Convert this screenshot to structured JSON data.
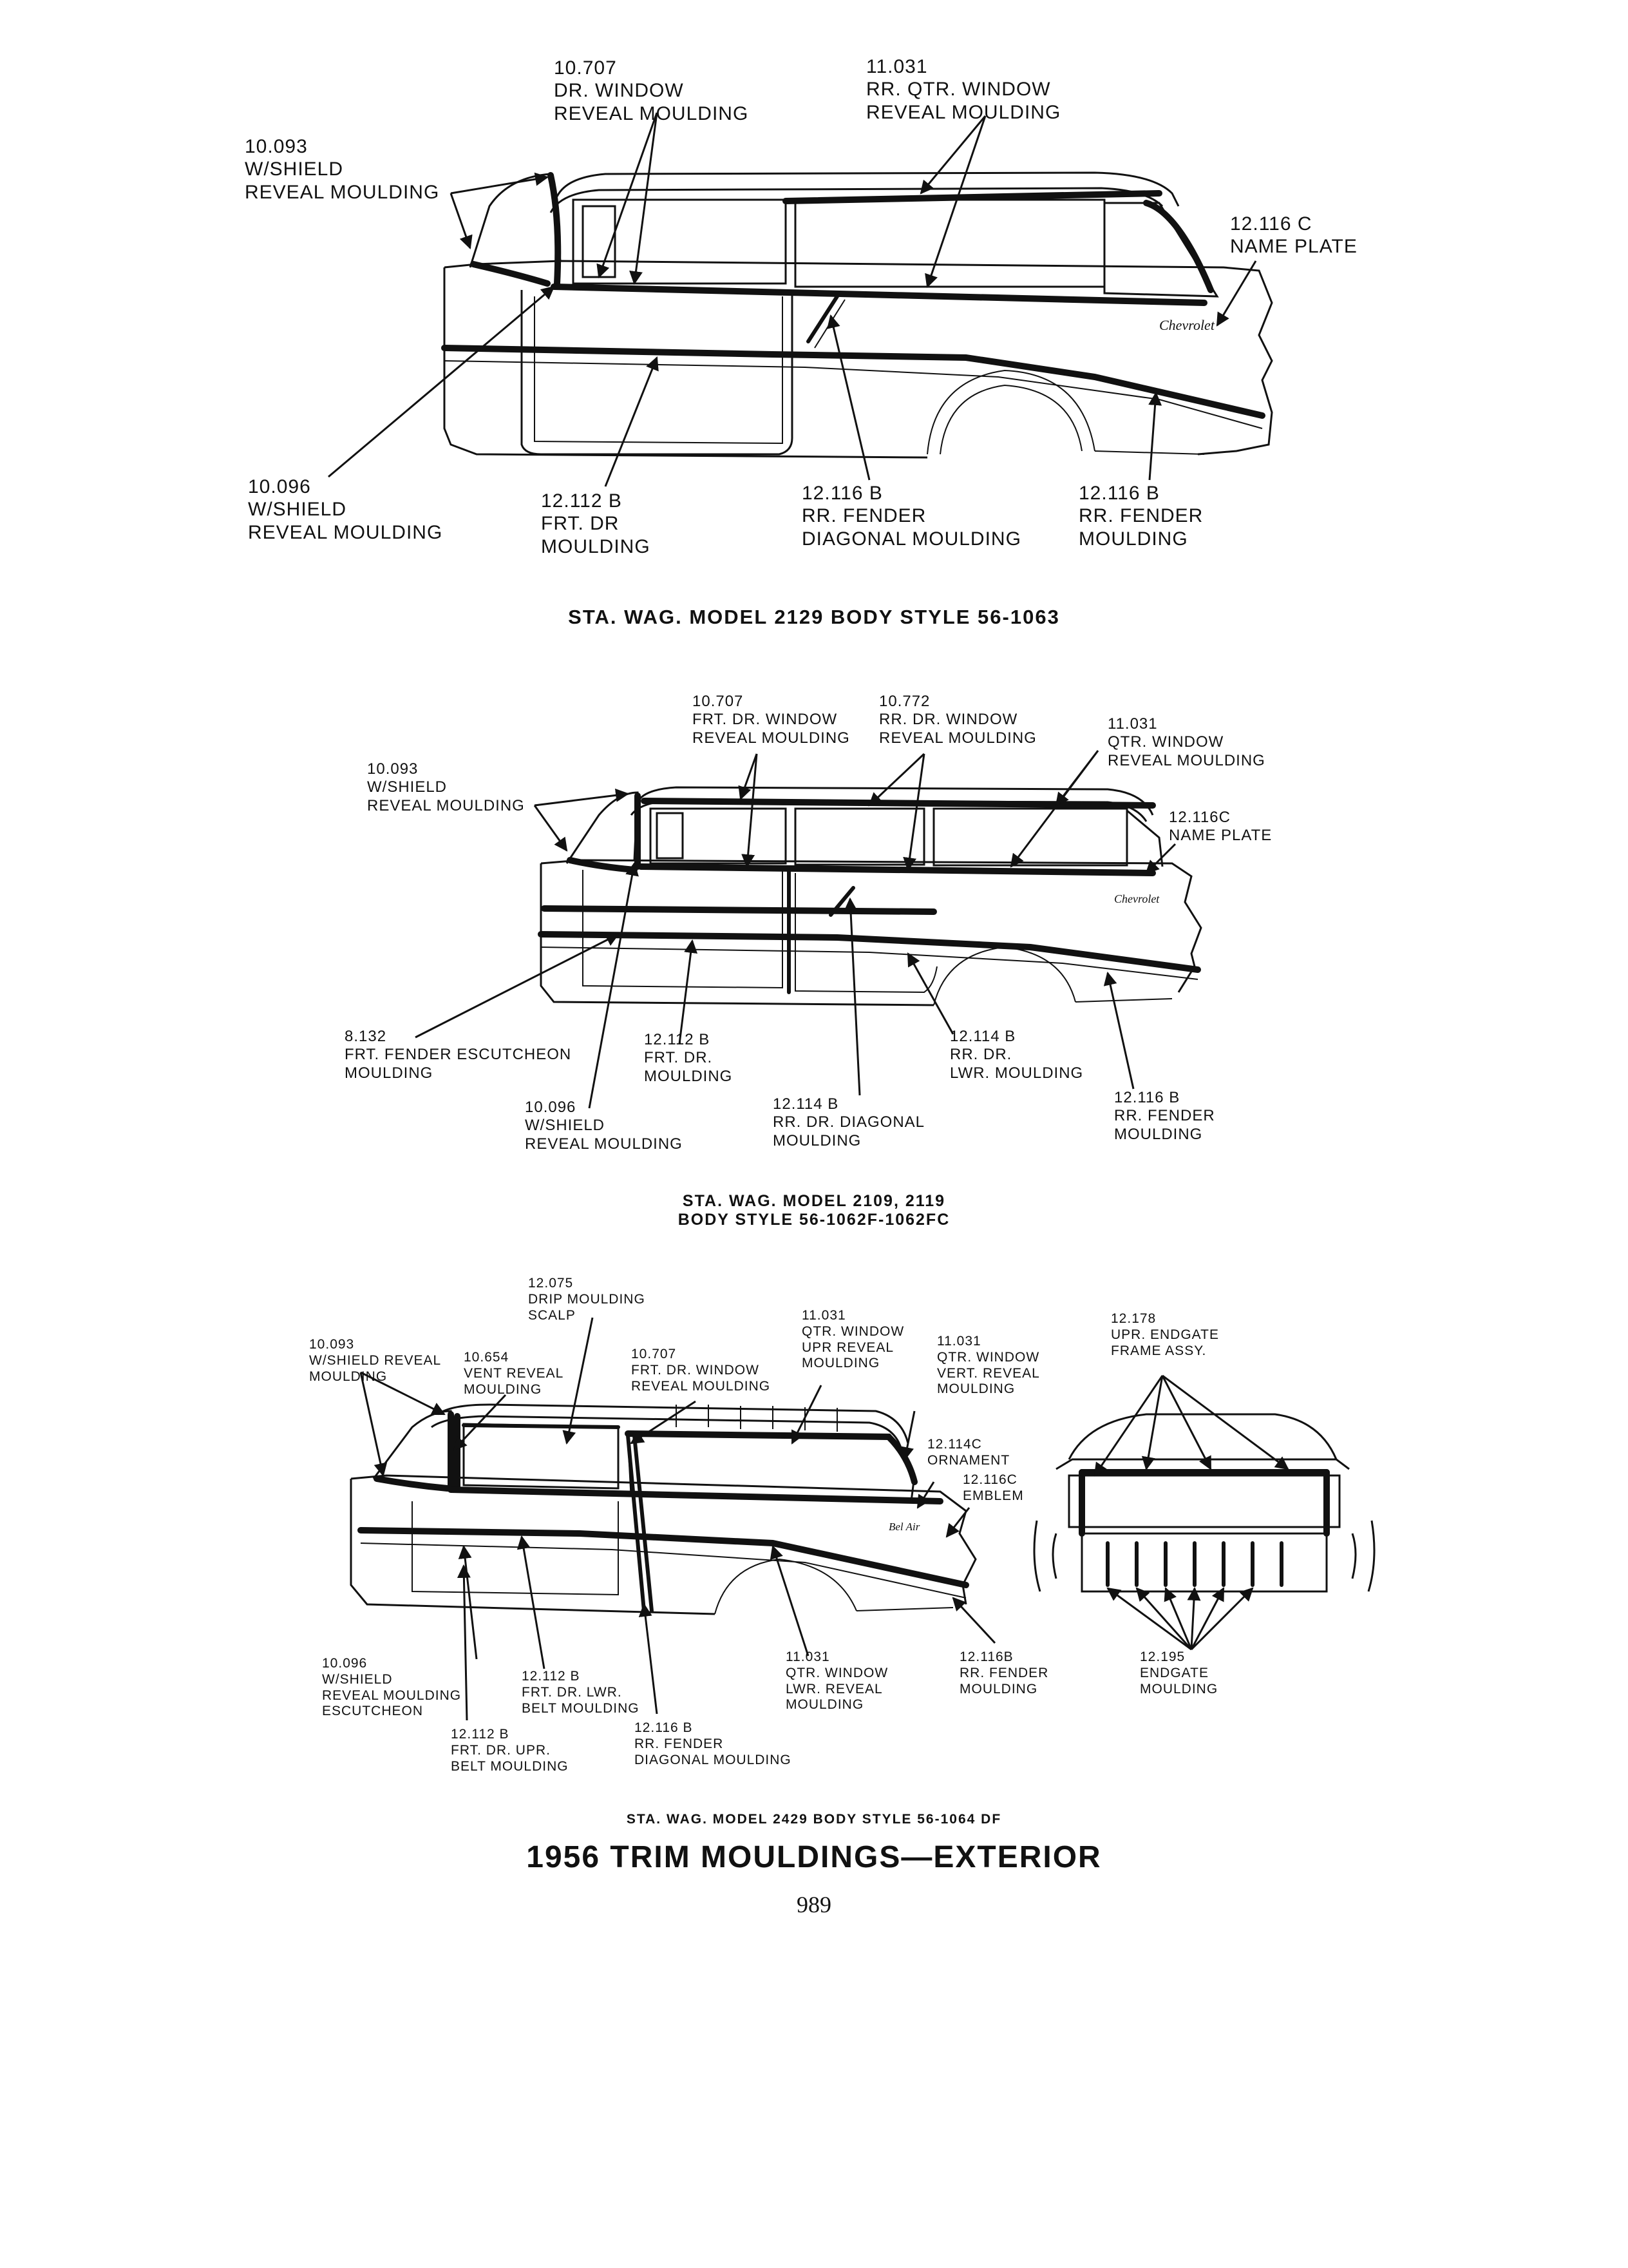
{
  "diagram1": {
    "labels": [
      {
        "id": "d1-10707",
        "lines": [
          "10.707",
          "DR. WINDOW",
          "REVEAL MOULDING"
        ]
      },
      {
        "id": "d1-11031",
        "lines": [
          "11.031",
          "RR. QTR. WINDOW",
          "REVEAL MOULDING"
        ]
      },
      {
        "id": "d1-10093",
        "lines": [
          "10.093",
          "W/SHIELD",
          "REVEAL MOULDING"
        ]
      },
      {
        "id": "d1-12116c",
        "lines": [
          "12.116 C",
          "NAME PLATE"
        ]
      },
      {
        "id": "d1-10096",
        "lines": [
          "10.096",
          "W/SHIELD",
          "REVEAL MOULDING"
        ]
      },
      {
        "id": "d1-12112b",
        "lines": [
          "12.112 B",
          "FRT. DR",
          "MOULDING"
        ]
      },
      {
        "id": "d1-12116b-diag",
        "lines": [
          "12.116 B",
          "RR. FENDER",
          "DIAGONAL MOULDING"
        ]
      },
      {
        "id": "d1-12116b",
        "lines": [
          "12.116 B",
          "RR. FENDER",
          "MOULDING"
        ]
      }
    ],
    "script": "Chevrolet",
    "caption": "STA. WAG. MODEL 2129 BODY STYLE 56-1063"
  },
  "diagram2": {
    "labels": [
      {
        "id": "d2-10707",
        "lines": [
          "10.707",
          "FRT. DR. WINDOW",
          "REVEAL MOULDING"
        ]
      },
      {
        "id": "d2-10772",
        "lines": [
          "10.772",
          "RR. DR. WINDOW",
          "REVEAL MOULDING"
        ]
      },
      {
        "id": "d2-11031",
        "lines": [
          "11.031",
          "QTR. WINDOW",
          "REVEAL MOULDING"
        ]
      },
      {
        "id": "d2-10093",
        "lines": [
          "10.093",
          "W/SHIELD",
          "REVEAL MOULDING"
        ]
      },
      {
        "id": "d2-12116c",
        "lines": [
          "12.116C",
          "NAME PLATE"
        ]
      },
      {
        "id": "d2-8132",
        "lines": [
          "8.132",
          "FRT. FENDER ESCUTCHEON",
          "MOULDING"
        ]
      },
      {
        "id": "d2-12112b",
        "lines": [
          "12.112 B",
          "FRT. DR.",
          "MOULDING"
        ]
      },
      {
        "id": "d2-12114b-lwr",
        "lines": [
          "12.114 B",
          "RR. DR.",
          "LWR. MOULDING"
        ]
      },
      {
        "id": "d2-10096",
        "lines": [
          "10.096",
          "W/SHIELD",
          "REVEAL MOULDING"
        ]
      },
      {
        "id": "d2-12114b-diag",
        "lines": [
          "12.114 B",
          "RR. DR. DIAGONAL",
          "MOULDING"
        ]
      },
      {
        "id": "d2-12116b",
        "lines": [
          "12.116 B",
          "RR. FENDER",
          "MOULDING"
        ]
      }
    ],
    "script": "Chevrolet",
    "caption": [
      "STA. WAG. MODEL 2109, 2119",
      "BODY STYLE 56-1062F-1062FC"
    ]
  },
  "diagram3": {
    "labels": [
      {
        "id": "d3-12075",
        "lines": [
          "12.075",
          "DRIP MOULDING",
          "SCALP"
        ]
      },
      {
        "id": "d3-10093",
        "lines": [
          "10.093",
          "W/SHIELD REVEAL",
          "MOULDING"
        ]
      },
      {
        "id": "d3-10654",
        "lines": [
          "10.654",
          "VENT REVEAL",
          "MOULDING"
        ]
      },
      {
        "id": "d3-10707",
        "lines": [
          "10.707",
          "FRT. DR. WINDOW",
          "REVEAL MOULDING"
        ]
      },
      {
        "id": "d3-11031-upr",
        "lines": [
          "11.031",
          "QTR. WINDOW",
          "UPR REVEAL",
          "MOULDING"
        ]
      },
      {
        "id": "d3-11031-vert",
        "lines": [
          "11.031",
          "QTR. WINDOW",
          "VERT. REVEAL",
          "MOULDING"
        ]
      },
      {
        "id": "d3-12178",
        "lines": [
          "12.178",
          "UPR. ENDGATE",
          "FRAME ASSY."
        ]
      },
      {
        "id": "d3-12114c",
        "lines": [
          "12.114C",
          "ORNAMENT"
        ]
      },
      {
        "id": "d3-12116c",
        "lines": [
          "12.116C",
          "EMBLEM"
        ]
      },
      {
        "id": "d3-10096",
        "lines": [
          "10.096",
          "W/SHIELD",
          "REVEAL MOULDING",
          "ESCUTCHEON"
        ]
      },
      {
        "id": "d3-12112b-lwr",
        "lines": [
          "12.112 B",
          "FRT. DR. LWR.",
          "BELT MOULDING"
        ]
      },
      {
        "id": "d3-11031-lwr",
        "lines": [
          "11.031",
          "QTR. WINDOW",
          "LWR. REVEAL",
          "MOULDING"
        ]
      },
      {
        "id": "d3-12116b",
        "lines": [
          "12.116B",
          "RR. FENDER",
          "MOULDING"
        ]
      },
      {
        "id": "d3-12195",
        "lines": [
          "12.195",
          "ENDGATE",
          "MOULDING"
        ]
      },
      {
        "id": "d3-12112b-upr",
        "lines": [
          "12.112 B",
          "FRT. DR. UPR.",
          "BELT MOULDING"
        ]
      },
      {
        "id": "d3-12116b-diag",
        "lines": [
          "12.116 B",
          "RR. FENDER",
          "DIAGONAL MOULDING"
        ]
      }
    ],
    "script": "Bel Air",
    "caption": "STA. WAG. MODEL 2429 BODY STYLE 56-1064 DF"
  },
  "page": {
    "title": "1956 TRIM MOULDINGS—EXTERIOR",
    "number": "989"
  }
}
